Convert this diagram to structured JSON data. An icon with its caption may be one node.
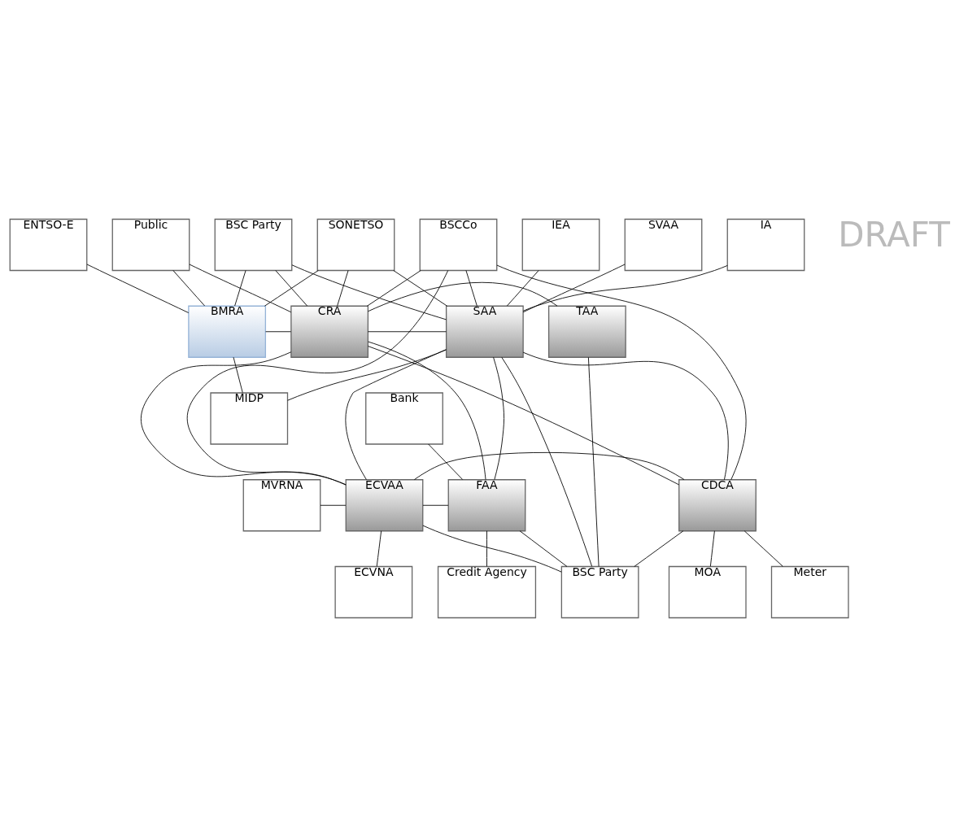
{
  "diagram": {
    "nodes": [
      {
        "text": [
          "BSC Party"
        ]
      },
      {
        "text": [
          "ENTSO-E"
        ]
      },
      {
        "text": [
          "SONETSO"
        ]
      },
      {
        "text": [
          "SVAA"
        ]
      },
      {
        "text": [
          "IA"
        ]
      },
      {
        "text": [
          "IEA"
        ]
      },
      {
        "text": [
          "Public"
        ]
      },
      {
        "text": [
          "BSCCo"
        ]
      },
      {
        "text": [
          "BMRA"
        ]
      },
      {
        "text": [
          "CRA"
        ]
      },
      {
        "text": [
          "SAA"
        ]
      },
      {
        "text": [
          "TAA"
        ]
      },
      {
        "text": [
          "MIDP"
        ]
      },
      {
        "text": [
          "Bank"
        ]
      },
      {
        "text": [
          "MVRNA"
        ]
      },
      {
        "text": [
          "ECVAA"
        ]
      },
      {
        "text": [
          "CDCA"
        ]
      },
      {
        "text": [
          "FAA"
        ]
      },
      {
        "text": [
          "ECVNA"
        ]
      },
      {
        "text": [
          "Credit Agency"
        ]
      },
      {
        "text": [
          "Meter"
        ]
      },
      {
        "text": [
          "MOA"
        ]
      },
      {
        "text": [
          "BSC Party"
        ]
      }
    ],
    "edges": [
      {
        "from": 0,
        "to": 8,
        "arrow": "none"
      },
      {
        "from": 0,
        "to": 9,
        "arrow": "none"
      },
      {
        "from": 0,
        "to": 10,
        "arrow": "none"
      },
      {
        "from": 1,
        "to": 8,
        "arrow": "none"
      },
      {
        "from": 2,
        "to": 8,
        "arrow": "none"
      },
      {
        "from": 2,
        "to": 9,
        "arrow": "none"
      },
      {
        "from": 2,
        "to": 10,
        "arrow": "none"
      },
      {
        "from": 3,
        "to": 10,
        "arrow": "none"
      },
      {
        "from": 4,
        "to": 10,
        "arrow": "none"
      },
      {
        "from": 5,
        "to": 10,
        "arrow": "none"
      },
      {
        "from": 7,
        "to": 9,
        "arrow": "none"
      },
      {
        "from": 7,
        "to": 10,
        "arrow": "none"
      },
      {
        "from": 6,
        "to": 9,
        "arrow": "none"
      },
      {
        "from": 6,
        "to": 8,
        "arrow": "none"
      },
      {
        "from": 12,
        "to": 8,
        "arrow": "none"
      },
      {
        "from": 12,
        "to": 10,
        "arrow": "none"
      },
      {
        "from": 8,
        "to": 9,
        "arrow": "none"
      },
      {
        "from": 9,
        "to": 10,
        "arrow": "none"
      },
      {
        "from": 9,
        "to": 15,
        "arrow": "none"
      },
      {
        "from": 9,
        "to": 16,
        "arrow": "none"
      },
      {
        "from": 9,
        "to": 17,
        "arrow": "none"
      },
      {
        "from": 9,
        "to": 11,
        "arrow": "none"
      },
      {
        "from": 10,
        "to": 15,
        "arrow": "none"
      },
      {
        "from": 10,
        "to": 16,
        "arrow": "none"
      },
      {
        "from": 10,
        "to": 17,
        "arrow": "none"
      },
      {
        "from": 10,
        "to": 22,
        "arrow": "none"
      },
      {
        "from": 11,
        "to": 22,
        "arrow": "none"
      },
      {
        "from": 7,
        "to": 15,
        "arrow": "none"
      },
      {
        "from": 7,
        "to": 16,
        "arrow": "none"
      },
      {
        "from": 15,
        "to": 16,
        "arrow": "none"
      },
      {
        "from": 14,
        "to": 15,
        "arrow": "none"
      },
      {
        "from": 15,
        "to": 17,
        "arrow": "none"
      },
      {
        "from": 15,
        "to": 18,
        "arrow": "none"
      },
      {
        "from": 15,
        "to": 22,
        "arrow": "none"
      },
      {
        "from": 16,
        "to": 20,
        "arrow": "none"
      },
      {
        "from": 16,
        "to": 21,
        "arrow": "none"
      },
      {
        "from": 16,
        "to": 22,
        "arrow": "none"
      },
      {
        "from": 17,
        "to": 13,
        "arrow": "none"
      },
      {
        "from": 17,
        "to": 19,
        "arrow": "none"
      },
      {
        "from": 17,
        "to": 22,
        "arrow": "none"
      }
    ],
    "labels": [
      "DRAFT"
    ]
  }
}
